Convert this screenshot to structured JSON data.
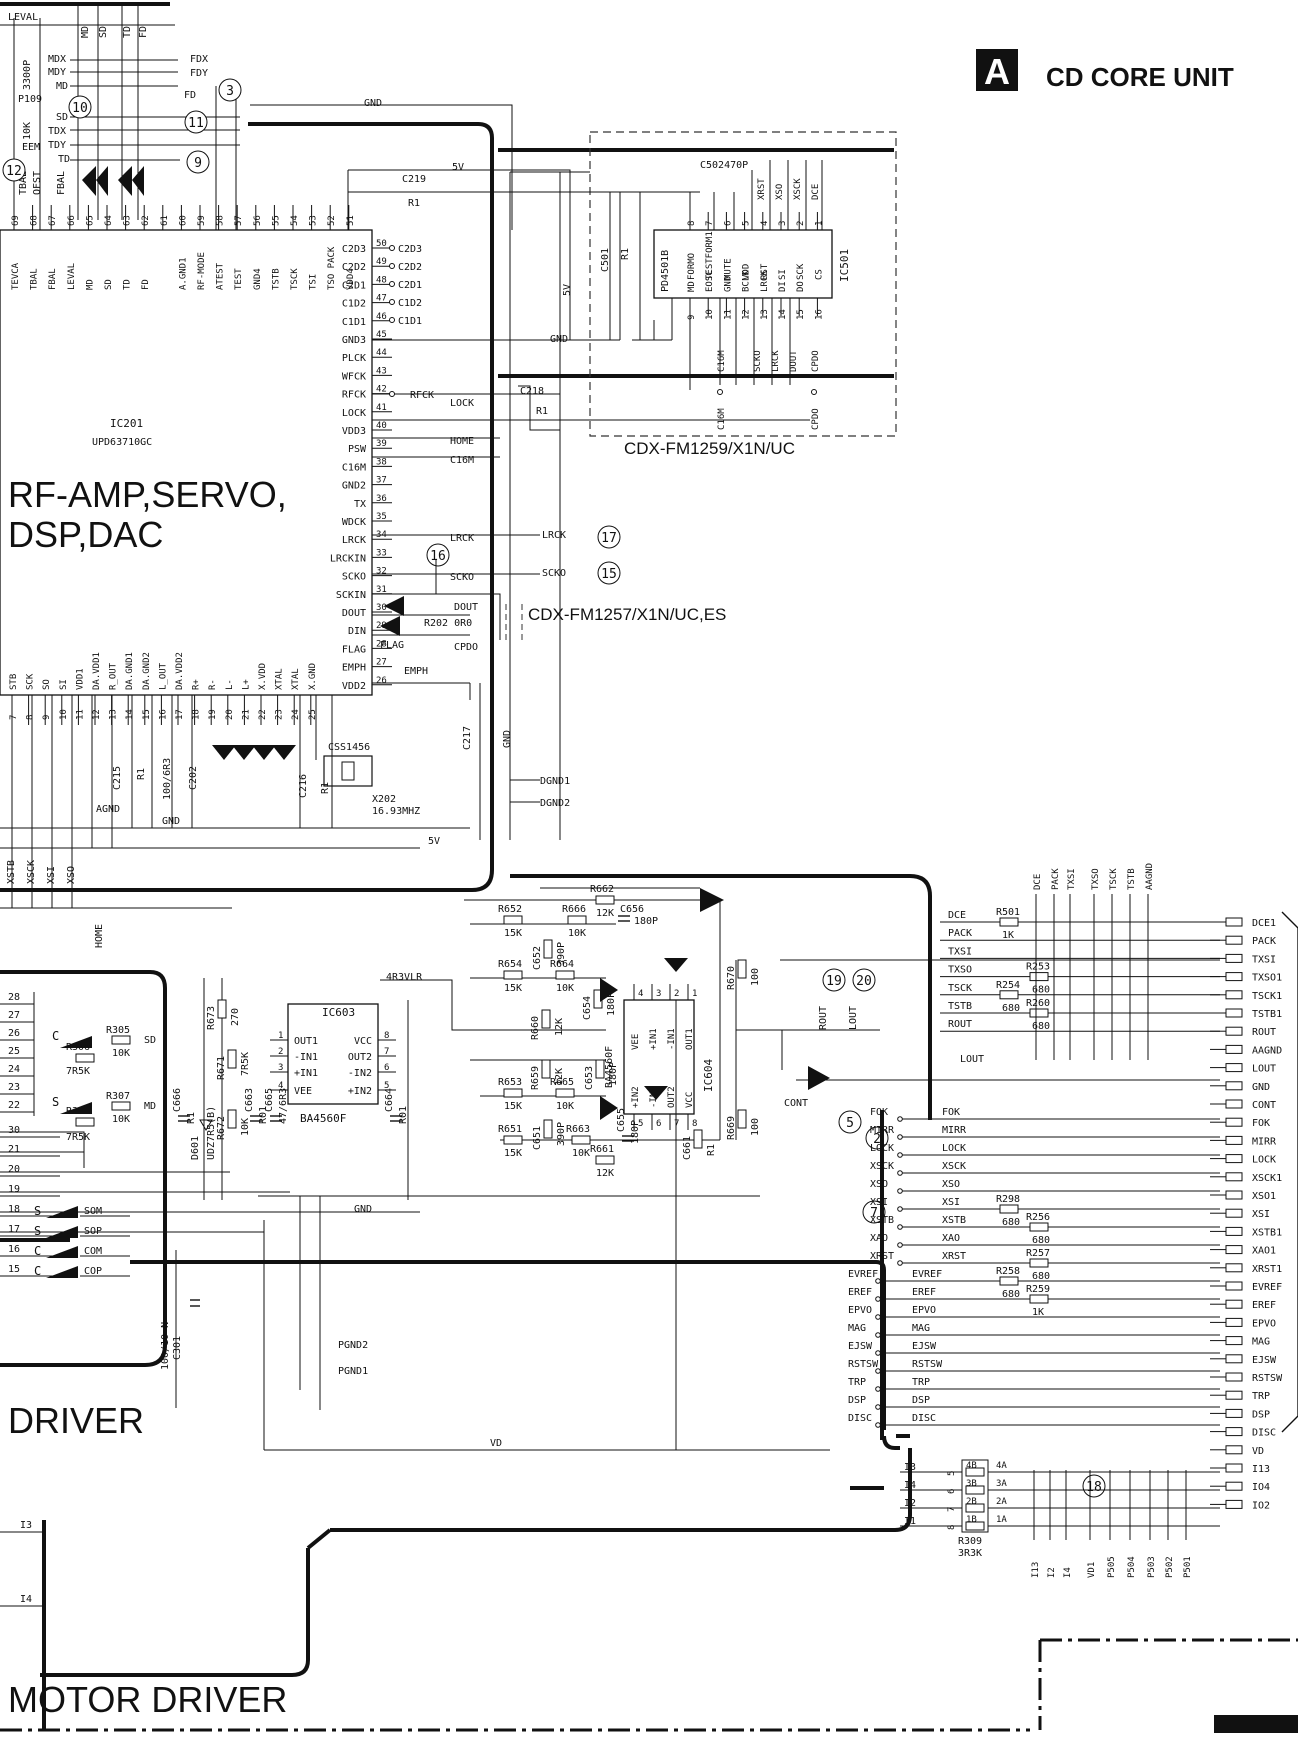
{
  "header": {
    "badge_letter": "A",
    "unit_title": "CD CORE UNIT"
  },
  "section_titles": {
    "rf_amp": "RF-AMP,SERVO,",
    "dsp_dac": "DSP,DAC",
    "driver": "DRIVER",
    "motor_driver": "MOTOR DRIVER"
  },
  "ic201": {
    "ref": "IC201",
    "part": "UPD63710GC",
    "top_pins": [
      {
        "num": "69",
        "name": "TEVCA"
      },
      {
        "num": "68",
        "name": "TBAL"
      },
      {
        "num": "67",
        "name": "FBAL"
      },
      {
        "num": "66",
        "name": "LEVAL"
      },
      {
        "num": "65",
        "name": "MD"
      },
      {
        "num": "64",
        "name": "SD"
      },
      {
        "num": "63",
        "name": "TD"
      },
      {
        "num": "62",
        "name": "FD"
      },
      {
        "num": "61",
        "name": ""
      },
      {
        "num": "60",
        "name": "A.GND1"
      },
      {
        "num": "59",
        "name": "RF-MODE"
      },
      {
        "num": "58",
        "name": "ATEST"
      },
      {
        "num": "57",
        "name": "TEST"
      },
      {
        "num": "56",
        "name": "GND4"
      },
      {
        "num": "55",
        "name": "TSTB"
      },
      {
        "num": "54",
        "name": "TSCK"
      },
      {
        "num": "53",
        "name": "TSI"
      },
      {
        "num": "52",
        "name": "TSO PACK"
      },
      {
        "num": "51",
        "name": "VDD4"
      }
    ],
    "right_pins": [
      {
        "num": "50",
        "name": "C2D3"
      },
      {
        "num": "49",
        "name": "C2D2"
      },
      {
        "num": "48",
        "name": "C2D1"
      },
      {
        "num": "47",
        "name": "C1D2"
      },
      {
        "num": "46",
        "name": "C1D1"
      },
      {
        "num": "45",
        "name": "GND3"
      },
      {
        "num": "44",
        "name": "PLCK"
      },
      {
        "num": "43",
        "name": "WFCK"
      },
      {
        "num": "42",
        "name": "RFCK"
      },
      {
        "num": "41",
        "name": "LOCK"
      },
      {
        "num": "40",
        "name": "VDD3"
      },
      {
        "num": "39",
        "name": "PSW"
      },
      {
        "num": "38",
        "name": "C16M"
      },
      {
        "num": "37",
        "name": "GND2"
      },
      {
        "num": "36",
        "name": "TX"
      },
      {
        "num": "35",
        "name": "WDCK"
      },
      {
        "num": "34",
        "name": "LRCK"
      },
      {
        "num": "33",
        "name": "LRCKIN"
      },
      {
        "num": "32",
        "name": "SCKO"
      },
      {
        "num": "31",
        "name": "SCKIN"
      },
      {
        "num": "30",
        "name": "DOUT"
      },
      {
        "num": "29",
        "name": "DIN"
      },
      {
        "num": "28",
        "name": "FLAG"
      },
      {
        "num": "27",
        "name": "EMPH"
      },
      {
        "num": "26",
        "name": "VDD2"
      }
    ],
    "bottom_pins": [
      {
        "num": "7",
        "name": "STB"
      },
      {
        "num": "8",
        "name": "SCK"
      },
      {
        "num": "9",
        "name": "SO"
      },
      {
        "num": "10",
        "name": "SI"
      },
      {
        "num": "11",
        "name": "VDD1"
      },
      {
        "num": "12",
        "name": "DA.VDD1"
      },
      {
        "num": "13",
        "name": "R_OUT"
      },
      {
        "num": "14",
        "name": "DA.GND1"
      },
      {
        "num": "15",
        "name": "DA.GND2"
      },
      {
        "num": "16",
        "name": "L_OUT"
      },
      {
        "num": "17",
        "name": "DA.VDD2"
      },
      {
        "num": "18",
        "name": "R+"
      },
      {
        "num": "19",
        "name": "R-"
      },
      {
        "num": "20",
        "name": "L-"
      },
      {
        "num": "21",
        "name": "L+"
      },
      {
        "num": "22",
        "name": "X.VDD"
      },
      {
        "num": "23",
        "name": "XTAL"
      },
      {
        "num": "24",
        "name": "XTAL"
      },
      {
        "num": "25",
        "name": "X.GND"
      }
    ]
  },
  "ic501": {
    "ref": "IC501",
    "part": "PD4501B",
    "top_pins": [
      {
        "num": "8",
        "name": "FORMO"
      },
      {
        "num": "7",
        "name": "TESTFORM1"
      },
      {
        "num": "6",
        "name": "MUTE"
      },
      {
        "num": "5",
        "name": "VDD"
      },
      {
        "num": "4",
        "name": "RST"
      },
      {
        "num": "3",
        "name": "SI"
      },
      {
        "num": "2",
        "name": "SCK"
      },
      {
        "num": "1",
        "name": "CS"
      }
    ],
    "bottom_pins": [
      {
        "num": "9",
        "name": "MD"
      },
      {
        "num": "10",
        "name": "EOSC"
      },
      {
        "num": "11",
        "name": "GND"
      },
      {
        "num": "12",
        "name": "BCLK"
      },
      {
        "num": "13",
        "name": "LRCK"
      },
      {
        "num": "14",
        "name": "DI"
      },
      {
        "num": "15",
        "name": "DO"
      },
      {
        "num": "16",
        "name": ""
      }
    ],
    "top_signals": [
      "XRST",
      "XSO",
      "XSCK",
      "DCE"
    ],
    "bottom_signals": [
      "C16M",
      "SCKO",
      "LRCK",
      "DOUT",
      "CPDO"
    ],
    "variant_label": "CDX-FM1259/X1N/UC",
    "cap_label": "C502470P",
    "c501": "C501",
    "r1": "R1"
  },
  "variant2_label": "CDX-FM1257/X1N/UC,ES",
  "ic603": {
    "ref": "IC603",
    "part": "BA4560F",
    "pins": [
      "OUT1",
      "-IN1",
      "+IN1",
      "VEE",
      "VCC",
      "OUT2",
      "-IN2",
      "+IN2"
    ]
  },
  "ic604": {
    "ref": "IC604",
    "part": "BA4560F",
    "pins": [
      "VEE",
      "+IN1",
      "-IN1",
      "OUT1",
      "+IN2",
      "-IN2",
      "OUT2",
      "VCC"
    ]
  },
  "upper_left_signals": [
    "LEVAL",
    "MDX",
    "MDY",
    "MD",
    "SD",
    "TDX",
    "TDY",
    "TD",
    "FDX",
    "FDY",
    "FD",
    "EEM",
    "OFST",
    "TBAL",
    "FBAL",
    "P109",
    "3300P",
    "10K"
  ],
  "top_column_signals": [
    "MD",
    "SD",
    "TD",
    "FD"
  ],
  "right_side_signals": [
    "C2D3",
    "C2D2",
    "C2D1",
    "C1D2",
    "C1D1",
    "RFCK",
    "LOCK",
    "HOME",
    "C16M",
    "LRCK",
    "SCKO",
    "DOUT",
    "CPDO",
    "EMPH",
    "R202 0R0",
    "FLAG"
  ],
  "nets": [
    "GND",
    "5V",
    "C219",
    "R1",
    "C218",
    "C217",
    "DGND1",
    "DGND2",
    "AGND",
    "4R3VLR",
    "GND",
    "VD",
    "PGND1",
    "PGND2"
  ],
  "crystal": {
    "ref": "CSS1456",
    "x": "X202",
    "freq": "16.93MHZ"
  },
  "bottom_left_caps": [
    "C215",
    "R1",
    "100/6R3",
    "C202",
    "C216",
    "R1"
  ],
  "bottom_left_signals": [
    "XSTB",
    "XSCK",
    "XSI",
    "XSO",
    "HOME"
  ],
  "resistors_opamp": [
    {
      "ref": "R652",
      "val": "15K"
    },
    {
      "ref": "R666",
      "val": "10K"
    },
    {
      "ref": "C656",
      "val": "180P"
    },
    {
      "ref": "R662",
      "val": "12K"
    },
    {
      "ref": "C652",
      "val": "390P"
    },
    {
      "ref": "R654",
      "val": "15K"
    },
    {
      "ref": "R664",
      "val": "10K"
    },
    {
      "ref": "C654",
      "val": "180P"
    },
    {
      "ref": "R660",
      "val": "12K"
    },
    {
      "ref": "R670",
      "val": "100"
    },
    {
      "ref": "R653",
      "val": "15K"
    },
    {
      "ref": "R659",
      "val": "12K"
    },
    {
      "ref": "C653",
      "val": "180P"
    },
    {
      "ref": "R665",
      "val": "10K"
    },
    {
      "ref": "R651",
      "val": "15K"
    },
    {
      "ref": "C651",
      "val": "390P"
    },
    {
      "ref": "R663",
      "val": "10K"
    },
    {
      "ref": "C655",
      "val": "180P"
    },
    {
      "ref": "R661",
      "val": "12K"
    },
    {
      "ref": "C661",
      "val": "R1"
    },
    {
      "ref": "R669",
      "val": "100"
    },
    {
      "ref": "R673",
      "val": "270"
    },
    {
      "ref": "R671",
      "val": "7R5K"
    },
    {
      "ref": "R672",
      "val": "10K"
    },
    {
      "ref": "C663",
      "val": "R01"
    },
    {
      "ref": "C665",
      "val": "47/6R3"
    },
    {
      "ref": "C664",
      "val": "R01"
    },
    {
      "ref": "C666",
      "val": "R1"
    },
    {
      "ref": "D601",
      "val": "UDZ7R5(B)"
    }
  ],
  "driver_block": {
    "rows": [
      "28",
      "27",
      "26",
      "25",
      "24",
      "23",
      "22",
      "30",
      "21",
      "20",
      "19",
      "18",
      "17",
      "16",
      "15"
    ],
    "r305": "R305",
    "r305_val": "10K",
    "r306": "R306",
    "r306_val": "7R5K",
    "r307": "R307",
    "r307_val": "10K",
    "r308": "R308",
    "r308_val": "7R5K",
    "sd": "SD",
    "md": "MD",
    "switches": [
      "SOM",
      "SOP",
      "COM",
      "COP"
    ],
    "c301": "C301",
    "c301_val": "100/10 N"
  },
  "connector_right": {
    "pins": [
      "DCE1",
      "PACK",
      "TXSI",
      "TXSO1",
      "TSCK1",
      "TSTB1",
      "ROUT",
      "AAGND",
      "LOUT",
      "GND",
      "CONT",
      "FOK",
      "MIRR",
      "LOCK",
      "XSCK1",
      "XSO1",
      "XSI",
      "XSTB1",
      "XAO1",
      "XRST1",
      "EVREF",
      "EREF",
      "EPVO",
      "MAG",
      "EJSW",
      "RSTSW",
      "TRP",
      "DSP",
      "DISC",
      "VD",
      "I13",
      "IO4",
      "IO2"
    ],
    "top_labels": [
      "DCE",
      "PACK",
      "TXSI",
      "TXSO",
      "TSCK",
      "TSTB",
      "AAGND"
    ]
  },
  "interface_inner": {
    "left": [
      "DCE",
      "PACK",
      "TXSI",
      "TXSO",
      "TSCK",
      "TSTB",
      "ROUT",
      "LOUT",
      "CONT",
      "FOK",
      "MIRR",
      "LOCK",
      "XSCK",
      "XSO",
      "XSI",
      "XSTB",
      "XAO",
      "XRST",
      "EVREF",
      "EREF",
      "EPVO",
      "MAG",
      "EJSW",
      "RSTSW",
      "TRP",
      "DSP",
      "DISC"
    ],
    "resistors": [
      {
        "ref": "R501",
        "val": "1K"
      },
      {
        "ref": "R253",
        "val": "680"
      },
      {
        "ref": "R254",
        "val": "680"
      },
      {
        "ref": "R260",
        "val": "680"
      },
      {
        "ref": "R298",
        "val": "680"
      },
      {
        "ref": "R256",
        "val": "680"
      },
      {
        "ref": "R257",
        "val": "680"
      },
      {
        "ref": "R258",
        "val": "680"
      },
      {
        "ref": "R259",
        "val": "1K"
      }
    ]
  },
  "callouts": [
    "3",
    "9",
    "10",
    "11",
    "12",
    "15",
    "16",
    "17",
    "18",
    "19",
    "20",
    "2",
    "5",
    "7"
  ],
  "resistor_array": {
    "ref": "R309",
    "val": "3R3K",
    "pins": [
      "4B",
      "3B",
      "2B",
      "1B",
      "4A",
      "3A",
      "2A",
      "1A"
    ],
    "inputs": [
      "I3",
      "I4",
      "I2",
      "I1"
    ]
  },
  "bottom_signals": [
    "I13",
    "I2",
    "I4",
    "VD1",
    "P505",
    "P504",
    "P503",
    "P502",
    "P501"
  ],
  "motor_labels": [
    "I3",
    "I4"
  ]
}
